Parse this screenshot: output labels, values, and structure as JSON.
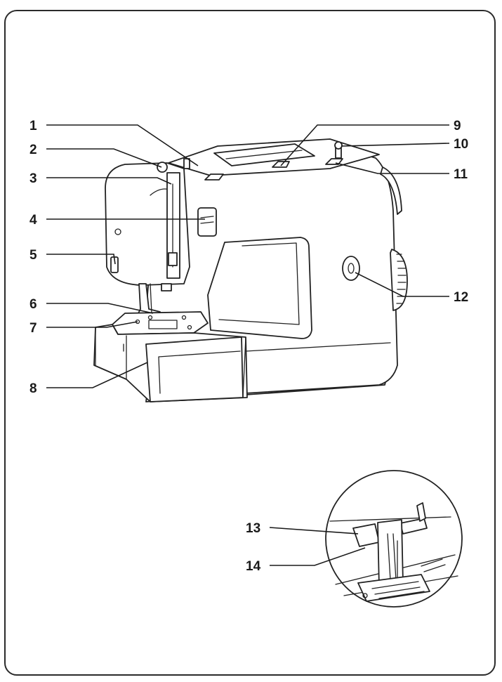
{
  "callouts": [
    {
      "id": "1",
      "text": "1"
    },
    {
      "id": "2",
      "text": "2"
    },
    {
      "id": "3",
      "text": "3"
    },
    {
      "id": "4",
      "text": "4"
    },
    {
      "id": "5",
      "text": "5"
    },
    {
      "id": "6",
      "text": "6"
    },
    {
      "id": "7",
      "text": "7"
    },
    {
      "id": "8",
      "text": "8"
    },
    {
      "id": "9",
      "text": "9"
    },
    {
      "id": "10",
      "text": "10"
    },
    {
      "id": "11",
      "text": "11"
    },
    {
      "id": "12",
      "text": "12"
    },
    {
      "id": "13",
      "text": "13"
    },
    {
      "id": "14",
      "text": "14"
    }
  ],
  "colors": {
    "line": "#1a1a1a",
    "frame": "#2b2b2b",
    "background": "#ffffff"
  }
}
